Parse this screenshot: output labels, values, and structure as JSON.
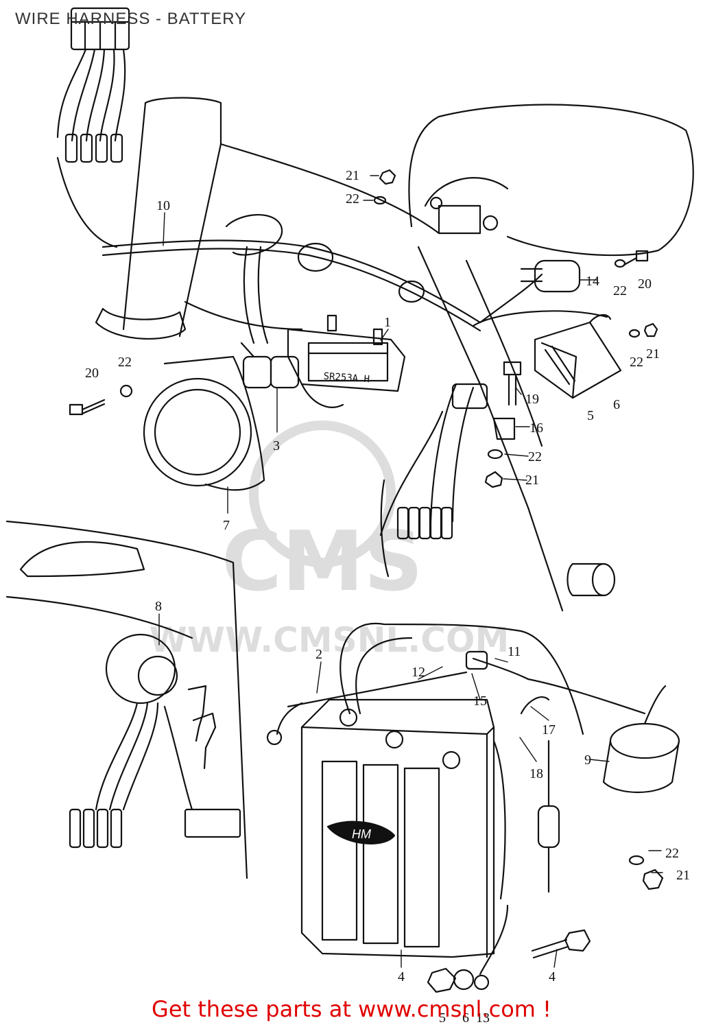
{
  "header": {
    "title": "WIRE HARNESS - BATTERY"
  },
  "diagram": {
    "regulator_marking": "SR253A H",
    "battery_logo": "HM",
    "watermark": {
      "brand": "CMS",
      "url": "WWW.CMSNL.COM"
    },
    "callouts": [
      {
        "id": "c1",
        "text": "1"
      },
      {
        "id": "c2",
        "text": "2"
      },
      {
        "id": "c3",
        "text": "3"
      },
      {
        "id": "c4a",
        "text": "4"
      },
      {
        "id": "c4b",
        "text": "4"
      },
      {
        "id": "c5a",
        "text": "5"
      },
      {
        "id": "c5b",
        "text": "5"
      },
      {
        "id": "c6a",
        "text": "6"
      },
      {
        "id": "c6b",
        "text": "6"
      },
      {
        "id": "c7",
        "text": "7"
      },
      {
        "id": "c8",
        "text": "8"
      },
      {
        "id": "c9",
        "text": "9"
      },
      {
        "id": "c10",
        "text": "10"
      },
      {
        "id": "c11",
        "text": "11"
      },
      {
        "id": "c12",
        "text": "12"
      },
      {
        "id": "c13",
        "text": "13"
      },
      {
        "id": "c14",
        "text": "14"
      },
      {
        "id": "c15",
        "text": "15"
      },
      {
        "id": "c16",
        "text": "16"
      },
      {
        "id": "c17",
        "text": "17"
      },
      {
        "id": "c18",
        "text": "18"
      },
      {
        "id": "c19",
        "text": "19"
      },
      {
        "id": "c20a",
        "text": "20"
      },
      {
        "id": "c20b",
        "text": "20"
      },
      {
        "id": "c21a",
        "text": "21"
      },
      {
        "id": "c21b",
        "text": "21"
      },
      {
        "id": "c21c",
        "text": "21"
      },
      {
        "id": "c21d",
        "text": "21"
      },
      {
        "id": "c22a",
        "text": "22"
      },
      {
        "id": "c22b",
        "text": "22"
      },
      {
        "id": "c22c",
        "text": "22"
      },
      {
        "id": "c22d",
        "text": "22"
      },
      {
        "id": "c22e",
        "text": "22"
      },
      {
        "id": "c22f",
        "text": "22"
      }
    ]
  },
  "footer": {
    "banner": "Get these parts at www.cmsnl.com !"
  }
}
